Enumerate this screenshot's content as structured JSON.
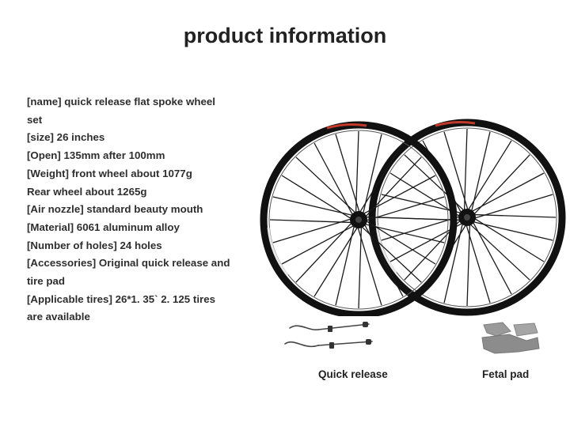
{
  "title": "product information",
  "specs": [
    "[name] quick release flat spoke wheel",
    "set",
    "[size] 26 inches",
    "[Open] 135mm after 100mm",
    "[Weight] front wheel about 1077g",
    "Rear wheel about 1265g",
    "[Air nozzle] standard beauty mouth",
    "[Material] 6061 aluminum alloy",
    "[Number of holes] 24 holes",
    "[Accessories] Original quick release and",
    "tire pad",
    "[Applicable tires] 26*1. 35` 2. 125 tires",
    "are available"
  ],
  "captions": {
    "quick_release": "Quick release",
    "fetal_pad": "Fetal pad"
  },
  "colors": {
    "rim": "#111111",
    "spoke": "#1a1a1a",
    "accent": "#c0392b",
    "pad": "#8f8f8f"
  }
}
